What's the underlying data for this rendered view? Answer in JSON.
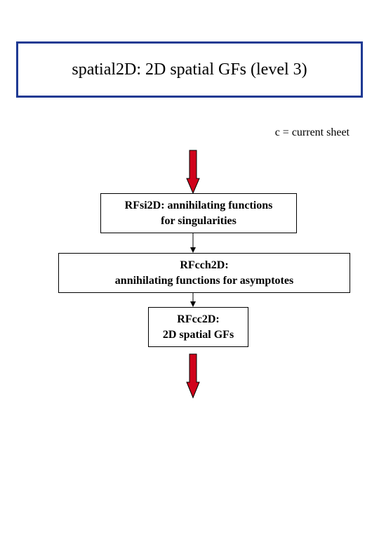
{
  "title": "spatial2D: 2D spatial GFs (level 3)",
  "note": "c = current sheet",
  "colors": {
    "title_border": "#1f3a93",
    "arrow_fill": "#d0021b",
    "arrow_stroke": "#000000"
  },
  "nodes": [
    {
      "id": "rfsi2d",
      "lines": [
        "RFsi2D: annihilating functions",
        "for singularities"
      ]
    },
    {
      "id": "rfcch2d",
      "lines": [
        "RFcch2D:",
        "annihilating functions for asymptotes"
      ]
    },
    {
      "id": "rfcc2d",
      "lines": [
        "RFcc2D:",
        "2D spatial GFs"
      ]
    }
  ]
}
